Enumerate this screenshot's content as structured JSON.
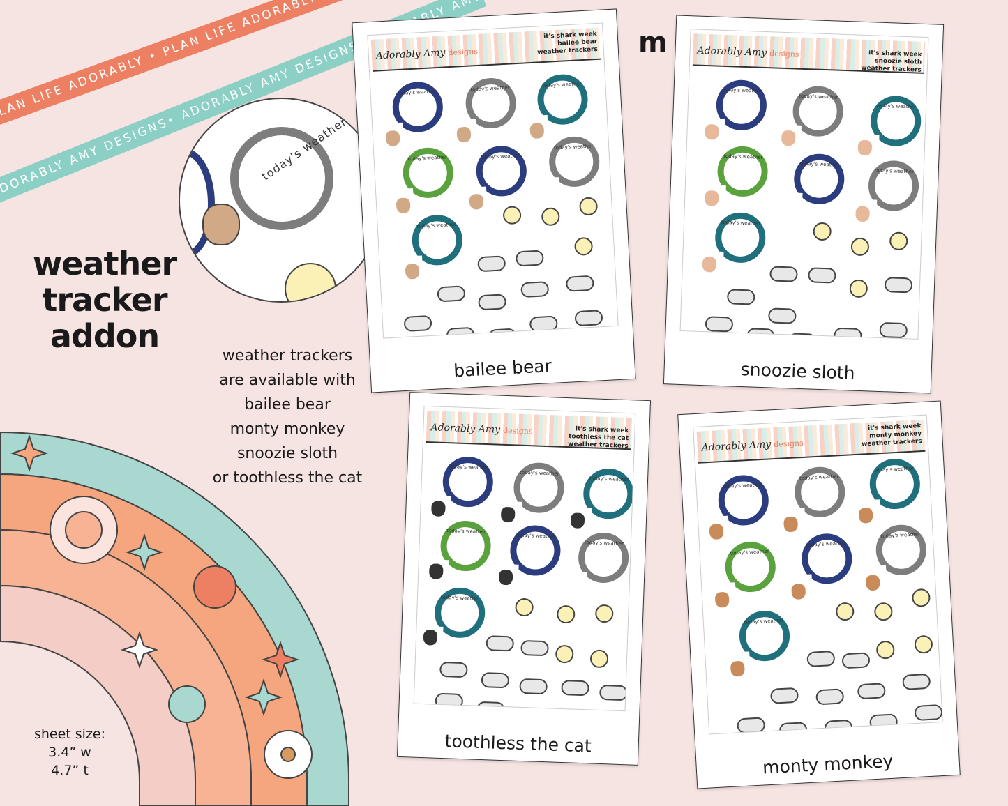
{
  "ribbons": {
    "top": "PLAN LIFE ADORABLY • PLAN LIFE ADORABLY • PLAN LIFE ADORABLY •",
    "bottom": "ADORABLY AMY DESIGNS• ADORABLY AMY DESIGNS• ADORABLY AMY DESIGNS•"
  },
  "zoom": {
    "tracker_text": "today's weather"
  },
  "title": {
    "line1": "weather",
    "line2": "tracker",
    "line3": "addon"
  },
  "availability": {
    "lines": [
      "weather trackers",
      "are available with",
      "bailee bear",
      "monty monkey",
      "snoozie sloth",
      "or toothless the cat"
    ]
  },
  "sheet_size": {
    "label": "sheet size:",
    "width": "3.4” w",
    "height": "4.7” t"
  },
  "size_label": "m",
  "sheets": [
    {
      "caption": "bailee bear",
      "brand": "Adorably Amy",
      "brand_sub": "designs",
      "header": [
        "it's shark week",
        "bailee bear",
        "weather trackers"
      ],
      "tracker_text": "today's weather"
    },
    {
      "caption": "snoozie sloth",
      "brand": "Adorably Amy",
      "brand_sub": "designs",
      "header": [
        "it's shark week",
        "snoozie sloth",
        "weather trackers"
      ],
      "tracker_text": "today's weather"
    },
    {
      "caption": "toothless the cat",
      "brand": "Adorably Amy",
      "brand_sub": "designs",
      "header": [
        "it's shark week",
        "toothless the cat",
        "weather trackers"
      ],
      "tracker_text": "today's weather"
    },
    {
      "caption": "monty monkey",
      "brand": "Adorably Amy",
      "brand_sub": "designs",
      "header": [
        "it's shark week",
        "monty monkey",
        "weather trackers"
      ],
      "tracker_text": "today's weather"
    }
  ],
  "colors": {
    "navy": "#2b3c7f",
    "gray": "#7d7d7d",
    "teal": "#1f6f7d",
    "green": "#5aa23e",
    "coral": "#ed7f63",
    "mint": "#8ccfc5",
    "peach": "#f5a67f",
    "pink": "#f3cdc6"
  }
}
